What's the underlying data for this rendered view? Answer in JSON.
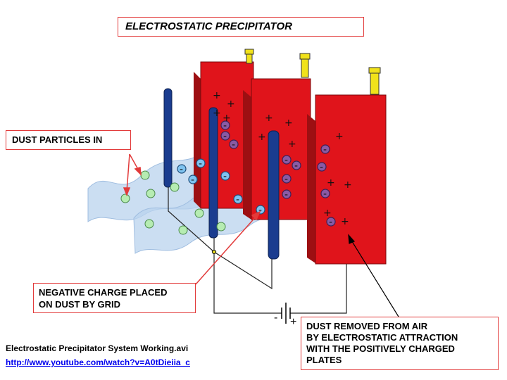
{
  "title": "ELECTROSTATIC PRECIPITATOR",
  "labels": {
    "dust_in": "DUST PARTICLES IN",
    "negative_charge": [
      "NEGATIVE CHARGE PLACED",
      "ON DUST BY GRID"
    ],
    "dust_removed": [
      "DUST REMOVED FROM AIR",
      "BY ELECTROSTATIC ATTRACTION",
      "WITH THE POSITIVELY CHARGED",
      "PLATES"
    ]
  },
  "battery": {
    "negative": "-",
    "positive": "+"
  },
  "particle_charge": {
    "negative": "-",
    "positive": "+"
  },
  "source": {
    "title": "Electrostatic Precipitator System Working.avi",
    "url": "http://www.youtube.com/watch?v=A0tDieiia_c"
  },
  "colors": {
    "plate": "#e0141b",
    "plate_side": "#9d0f12",
    "grid_wire": "#1a3c8f",
    "clean_air": "#b9d3ee",
    "dust_particle": "#b6ecb2",
    "charged_dust": "#7fc3f0",
    "collected_dust": "#8a5aa3",
    "insulator": "#f1e21a",
    "callout_border": "#e23a3a"
  }
}
